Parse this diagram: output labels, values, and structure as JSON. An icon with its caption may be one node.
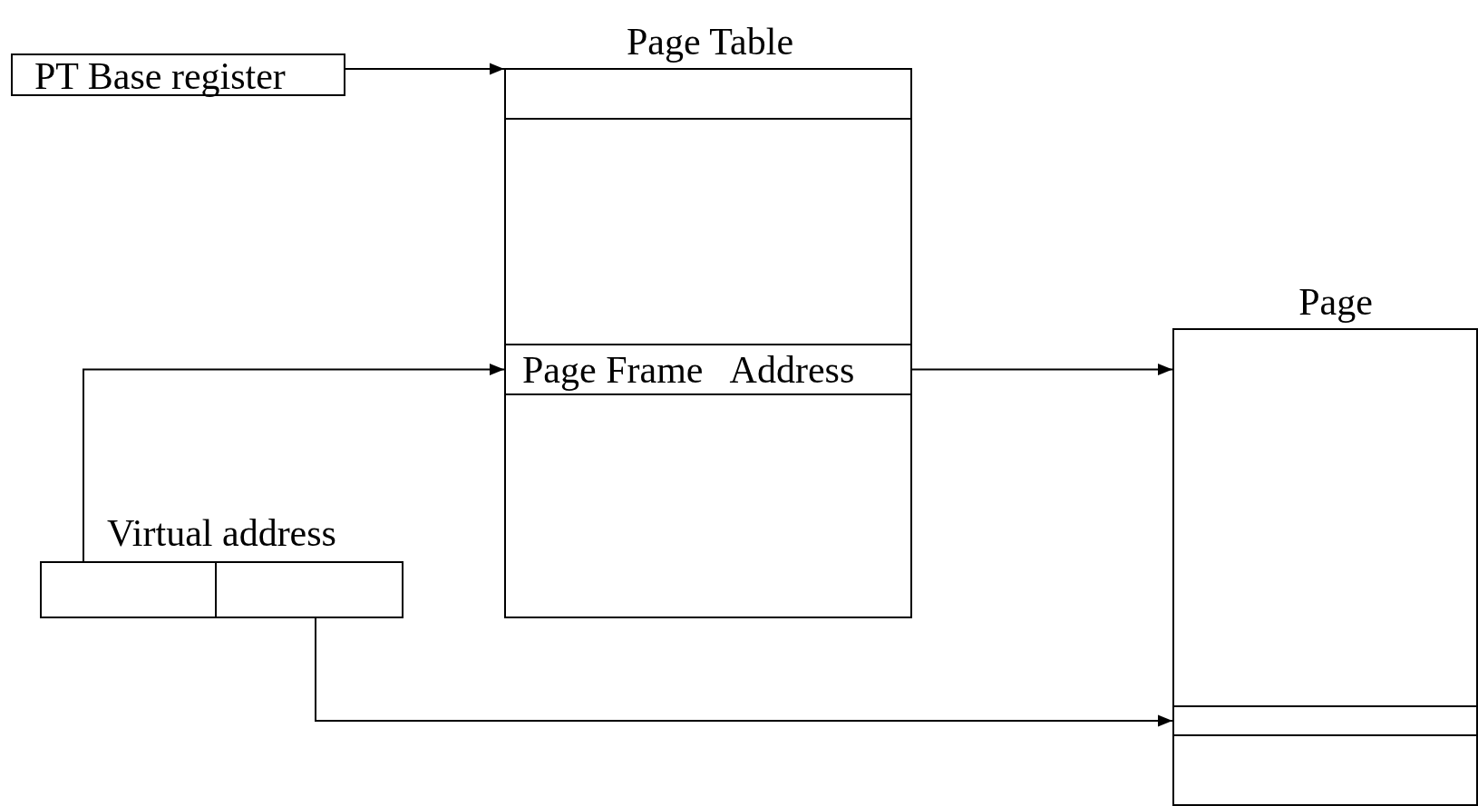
{
  "diagram": {
    "nodes": [
      {
        "text": [
          "PT Base register"
        ]
      },
      {
        "text": [
          "Page Table"
        ]
      },
      {
        "text": [],
        "shape": "box",
        "in": 1
      },
      {
        "text": [
          "Page Frame   Address"
        ],
        "in": 1
      },
      {
        "text": [
          "Page"
        ]
      },
      {
        "text": [],
        "shape": "box",
        "in": 4
      },
      {
        "text": [
          "Virtual address"
        ]
      },
      {
        "text": [],
        "shape": "box",
        "in": 6
      },
      {
        "text": [],
        "shape": "box",
        "in": 6
      }
    ],
    "edges": [
      {
        "from": 0,
        "to": 1,
        "arrow": "to"
      },
      {
        "from": 7,
        "to": 3,
        "arrow": "to"
      },
      {
        "from": 3,
        "to": 4,
        "arrow": "to"
      },
      {
        "from": 8,
        "to": 5,
        "arrow": "to"
      }
    ]
  }
}
